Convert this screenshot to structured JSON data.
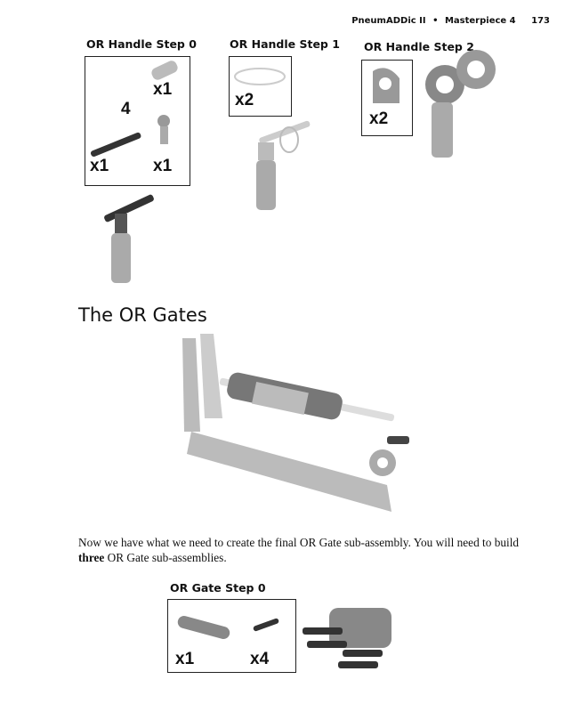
{
  "header": {
    "running_title": "PneumADDic II",
    "separator": "•",
    "chapter": "Masterpiece 4",
    "page_number": "173"
  },
  "handle_steps": [
    {
      "title": "OR Handle Step 0",
      "labels": {
        "q1": "x1",
        "q2": "x1",
        "q3": "x1",
        "count": "4"
      }
    },
    {
      "title": "OR Handle Step 1",
      "labels": {
        "q1": "x2"
      }
    },
    {
      "title": "OR Handle Step 2",
      "labels": {
        "q1": "x2"
      }
    }
  ],
  "section": {
    "heading": "The OR Gates"
  },
  "paragraph": {
    "before": "Now we have what we need to create the final OR Gate sub-assembly. You will need to build ",
    "bold": "three",
    "after": " OR Gate sub-assemblies."
  },
  "gate_step": {
    "title": "OR Gate Step 0",
    "labels": {
      "q1": "x1",
      "q2": "x4"
    }
  }
}
